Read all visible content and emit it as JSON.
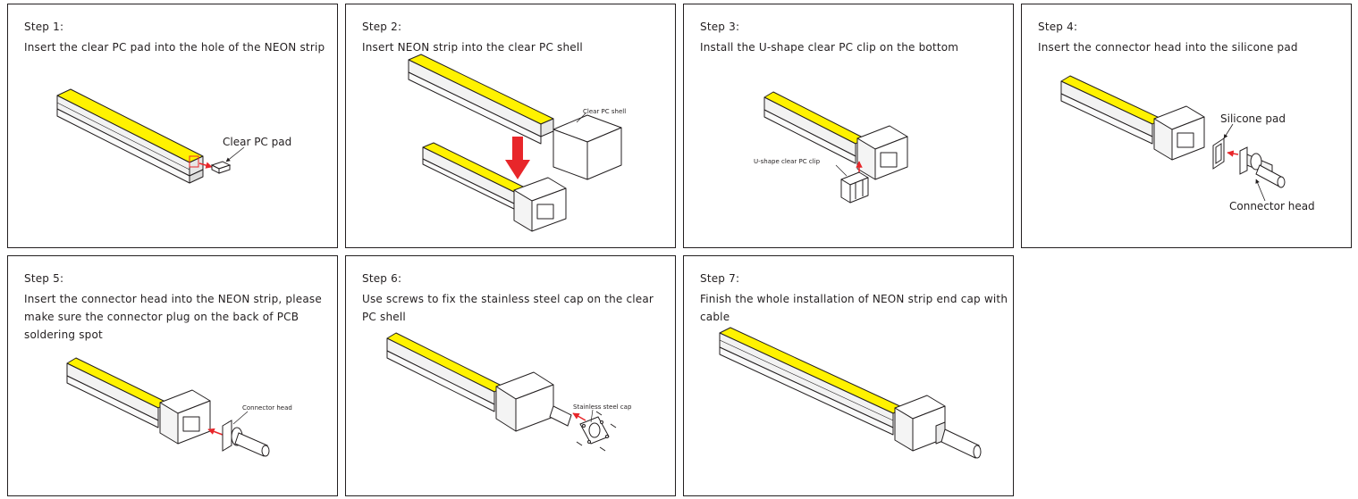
{
  "steps": [
    {
      "title": "Step 1:",
      "description": "Insert the clear PC pad into the hole of the NEON strip",
      "callouts": [
        "Clear PC pad"
      ]
    },
    {
      "title": "Step 2:",
      "description": "Insert NEON strip into the clear PC shell",
      "callouts": [
        "Clear PC shell"
      ]
    },
    {
      "title": "Step 3:",
      "description": "Install the U-shape clear PC clip on the bottom",
      "callouts": [
        "U-shape clear PC clip"
      ]
    },
    {
      "title": "Step 4:",
      "description": "Insert the connector head into the silicone pad",
      "callouts": [
        "Silicone pad",
        "Connector head"
      ]
    },
    {
      "title": "Step 5:",
      "description": "Insert the connector head into the NEON strip, please make sure the connector plug on the back of PCB soldering spot",
      "callouts": [
        "Connector head"
      ]
    },
    {
      "title": "Step 6:",
      "description": "Use screws to fix the stainless steel cap on the clear PC shell",
      "callouts": [
        "Stainless steel cap"
      ]
    },
    {
      "title": "Step 7:",
      "description": "Finish the whole installation of NEON strip end cap with cable",
      "callouts": []
    }
  ],
  "colors": {
    "strip_top": "#fff200",
    "outline": "#231f20",
    "arrow_red": "#e8262a",
    "body_grey": "#f2f2f2"
  }
}
